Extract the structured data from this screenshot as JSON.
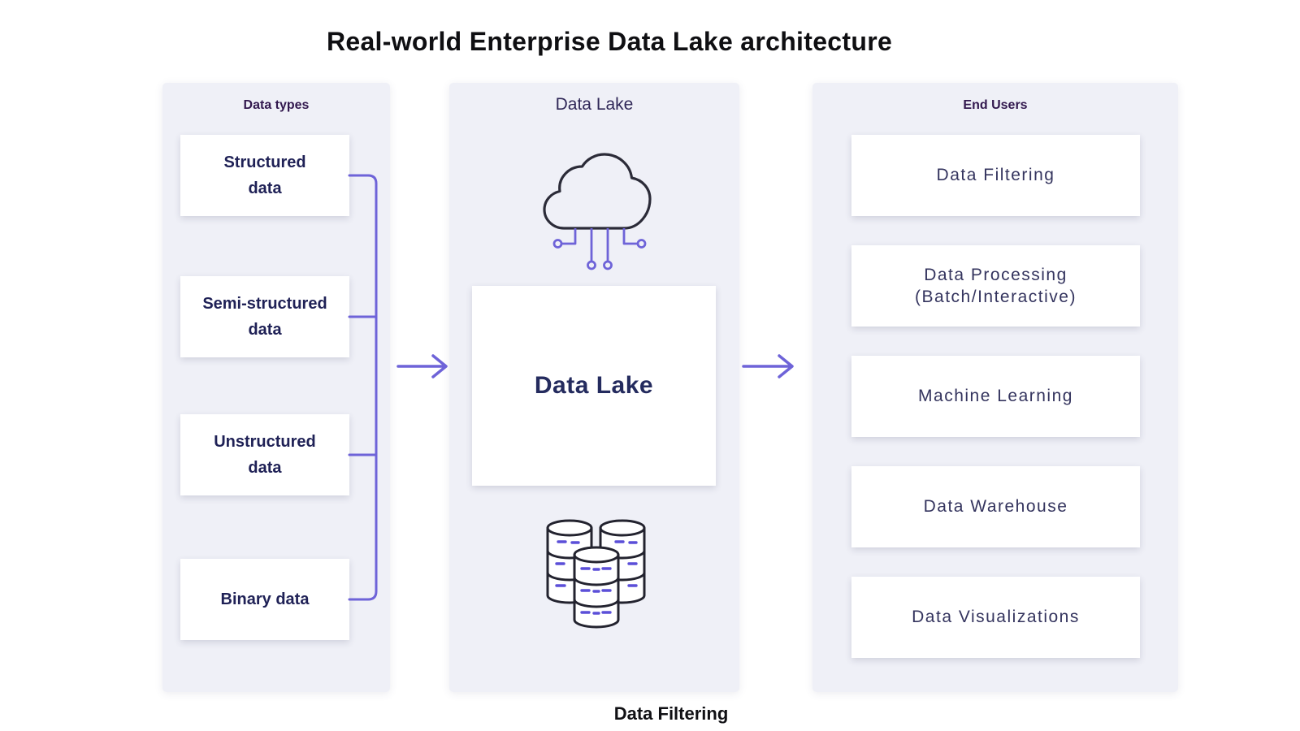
{
  "title": "Real-world Enterprise Data Lake architecture",
  "footer_label": "Data Filtering",
  "columns": {
    "data_types": {
      "header": "Data types",
      "items": [
        "Structured\ndata",
        "Semi-structured\ndata",
        "Unstructured\ndata",
        "Binary data"
      ]
    },
    "data_lake": {
      "header": "Data Lake",
      "box_label": "Data Lake",
      "icons": [
        "cloud-network-icon",
        "database-stack-icon"
      ]
    },
    "end_users": {
      "header": "End Users",
      "items": [
        "Data Filtering",
        "Data Processing\n(Batch/Interactive)",
        "Machine Learning",
        "Data Warehouse",
        "Data Visualizations"
      ]
    }
  },
  "colors": {
    "accent_purple": "#6e63d8",
    "panel_bg": "#eff0f7",
    "box_bg": "#ffffff",
    "header_text": "#32184e",
    "box_text_dark": "#1f2156",
    "box_text_muted": "#34345e",
    "title_text": "#0f0f12",
    "icon_outline": "#2b2b38"
  }
}
